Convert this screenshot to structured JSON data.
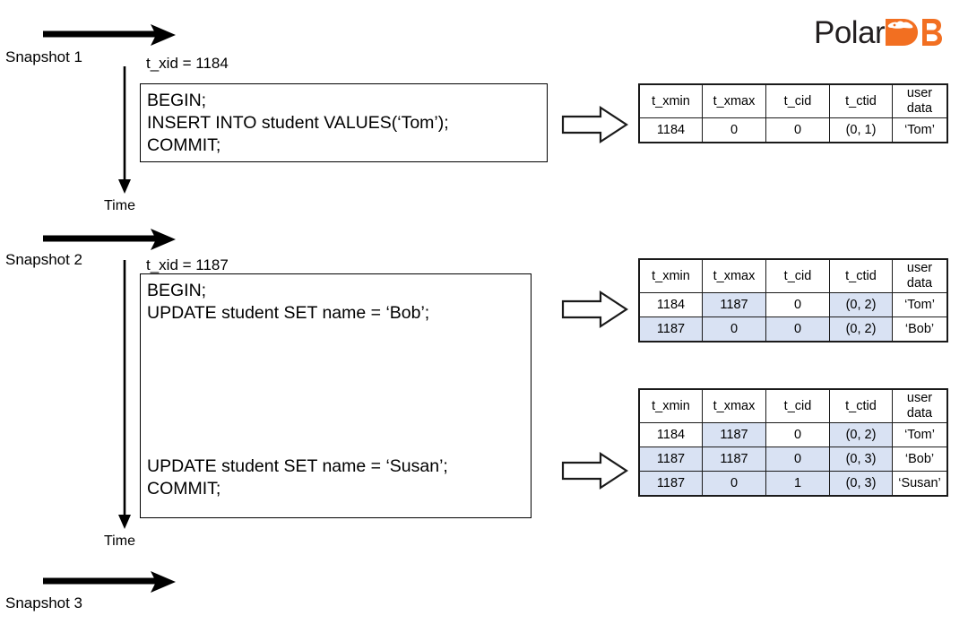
{
  "logo": {
    "text": "Polar",
    "mark_letters": "DB",
    "accent_color": "#f26f21",
    "word_color": "#231f20",
    "name": "PolarDB"
  },
  "timeline": {
    "snapshots": [
      {
        "label": "Snapshot 1"
      },
      {
        "label": "Snapshot 2"
      },
      {
        "label": "Snapshot 3"
      }
    ],
    "time_labels": [
      "Time",
      "Time"
    ]
  },
  "transactions": [
    {
      "xid_label": "t_xid = 1184",
      "code_lines": [
        "BEGIN;",
        "INSERT INTO student VALUES(‘Tom’);",
        "COMMIT;"
      ]
    },
    {
      "xid_label": "t_xid = 1187",
      "code_lines_top": [
        "BEGIN;",
        "UPDATE student SET name = ‘Bob’;"
      ],
      "code_lines_bottom": [
        "UPDATE student SET name = ‘Susan’;",
        "COMMIT;"
      ]
    }
  ],
  "tables": {
    "columns": [
      "t_xmin",
      "t_xmax",
      "t_cid",
      "t_ctid",
      "user\ndata"
    ],
    "column_labels": [
      "t_xmin",
      "t_xmax",
      "t_cid",
      "t_ctid",
      "user data"
    ],
    "highlight_color": "#d9e2f3",
    "snapshot1": {
      "rows": [
        {
          "cells": [
            "1184",
            "0",
            "0",
            "(0, 1)",
            "‘Tom’"
          ],
          "shaded": [
            false,
            false,
            false,
            false,
            false
          ]
        }
      ]
    },
    "snapshot2": {
      "rows": [
        {
          "cells": [
            "1184",
            "1187",
            "0",
            "(0, 2)",
            "‘Tom’"
          ],
          "shaded": [
            false,
            true,
            false,
            true,
            false
          ]
        },
        {
          "cells": [
            "1187",
            "0",
            "0",
            "(0, 2)",
            "‘Bob’"
          ],
          "shaded": [
            true,
            true,
            true,
            true,
            false
          ]
        }
      ]
    },
    "snapshot3": {
      "rows": [
        {
          "cells": [
            "1184",
            "1187",
            "0",
            "(0, 2)",
            "‘Tom’"
          ],
          "shaded": [
            false,
            true,
            false,
            true,
            false
          ]
        },
        {
          "cells": [
            "1187",
            "1187",
            "0",
            "(0, 3)",
            "‘Bob’"
          ],
          "shaded": [
            true,
            true,
            true,
            true,
            false
          ]
        },
        {
          "cells": [
            "1187",
            "0",
            "1",
            "(0, 3)",
            "‘Susan’"
          ],
          "shaded": [
            true,
            true,
            true,
            true,
            false
          ]
        }
      ]
    }
  }
}
